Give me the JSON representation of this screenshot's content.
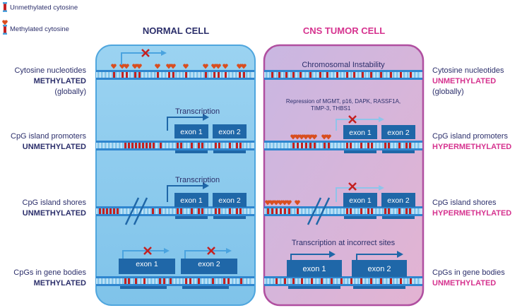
{
  "legend": {
    "unmethylated": "Unmethylated cytosine",
    "methylated": "Methylated cytosine"
  },
  "normal": {
    "title": "NORMAL CELL",
    "transcription_a": "Transcription",
    "transcription_b": "Transcription",
    "exon1": "exon 1",
    "exon2": "exon 2"
  },
  "tumor": {
    "title": "CNS TUMOR CELL",
    "instability": "Chromosomal Instability",
    "repression_line1": "Repression of MGMT, p16, DAPK, RASSF1A,",
    "repression_line2": "TIMP-3, THBS1",
    "transcription_incorrect": "Transcription at incorrect sites",
    "exon1": "exon 1",
    "exon2": "exon 2"
  },
  "rows": [
    {
      "left_line1": "Cytosine nucleotides",
      "left_line2": "METHYLATED",
      "left_line3": "(globally)",
      "right_line1": "Cytosine nucleotides",
      "right_line2": "UNMETHYLATED",
      "right_line3": "(globally)"
    },
    {
      "left_line1": "CpG island promoters",
      "left_line2": "UNMETHYLATED",
      "right_line1": "CpG island promoters",
      "right_line2": "HYPERMETHYLATED"
    },
    {
      "left_line1": "CpG island shores",
      "left_line2": "UNMETHYLATED",
      "right_line1": "CpG island shores",
      "right_line2": "HYPERMETHYLATED"
    },
    {
      "left_line1": "CpGs in gene bodies",
      "left_line2": "METHYLATED",
      "right_line1": "CpGs in gene bodies",
      "right_line2": "UNMETHYLATED"
    }
  ],
  "colors": {
    "normal_panel": "#8ccbee",
    "tumor_panel": "#d9a8d3",
    "navy": "#2c2f6b",
    "magenta": "#d6338f",
    "exon_blue": "#1f67a8",
    "cytosine_red": "#c42020"
  }
}
